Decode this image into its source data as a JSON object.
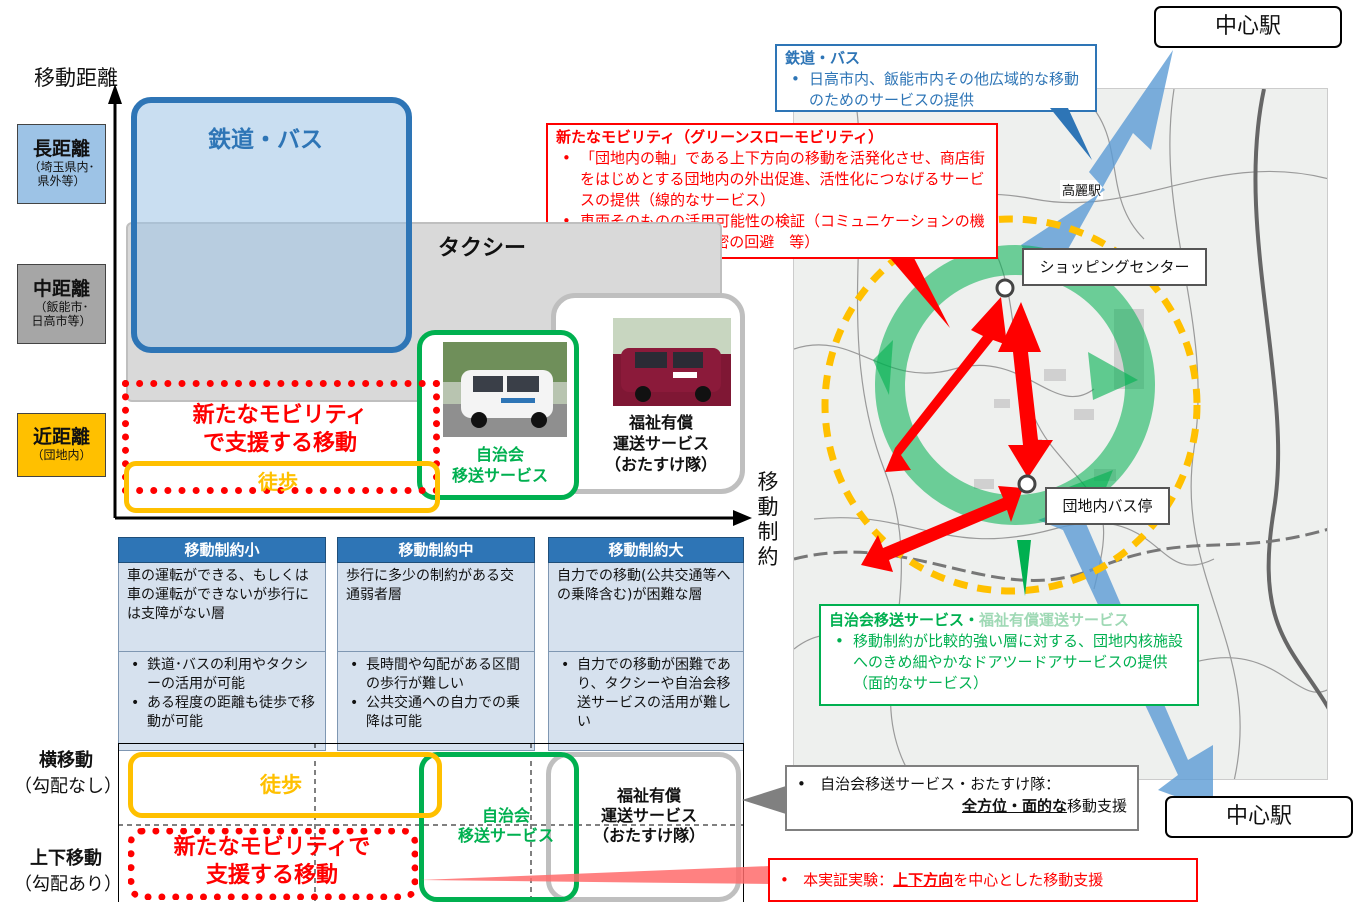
{
  "axes": {
    "y_title": "移動距離",
    "x_title": [
      "移",
      "動",
      "制",
      "約"
    ]
  },
  "levels": [
    {
      "main": "長距離",
      "sub": "（埼玉県内･\n県外等）"
    },
    {
      "main": "中距離",
      "sub": "（飯能市･\n日高市等）"
    },
    {
      "main": "近距離",
      "sub": "（団地内）"
    }
  ],
  "regions": {
    "rail_bus": "鉄道・バス",
    "taxi": "タクシー",
    "new_mobility": [
      "新たなモビリティ",
      "で支援する移動"
    ],
    "walk": "徒歩",
    "jichikai": [
      "自治会",
      "移送サービス"
    ],
    "fukushi": [
      "福祉有償",
      "運送サービス",
      "（おたすけ隊）"
    ]
  },
  "columns": [
    {
      "header": "移動制約小",
      "desc": "車の運転ができる、もしくは車の運転ができないが歩行には支障がない層",
      "bullets": [
        "鉄道･バスの利用やタクシーの活用が可能",
        "ある程度の距離も徒歩で移動が可能"
      ]
    },
    {
      "header": "移動制約中",
      "desc": "歩行に多少の制約がある交通弱者層",
      "bullets": [
        "長時間や勾配がある区間の歩行が難しい",
        "公共交通への自力での乗降は可能"
      ]
    },
    {
      "header": "移動制約大",
      "desc": "自力での移動(公共交通等への乗降含む)が困難な層",
      "bullets": [
        "自力での移動が困難であり、タクシーや自治会移送サービスの活用が難しい"
      ]
    }
  ],
  "bottom": {
    "row1_label": [
      "横移動",
      "（勾配なし）"
    ],
    "row2_label": [
      "上下移動",
      "（勾配あり）"
    ],
    "walk": "徒歩",
    "new_mobility": [
      "新たなモビリティで",
      "支援する移動"
    ],
    "jichikai": [
      "自治会",
      "移送サービス"
    ],
    "fukushi": [
      "福祉有償",
      "運送サービス",
      "（おたすけ隊）"
    ]
  },
  "callouts": {
    "rail_bus_title": "鉄道・バス",
    "rail_bus_body": "日高市内、飯能市内その他広域的な移動のためのサービスの提供",
    "new_mobility_title": "新たなモビリティ（グリーンスローモビリティ）",
    "new_mobility_bullets": [
      "「団地内の軸」である上下方向の移動を活発化させ、商店街をはじめとする団地内の外出促進、活性化につなげるサービスの提供（線的なサービス）",
      "車両そのものの活用可能性の検証（コミュニケーションの機会、乗って楽しい、密の回避　等）"
    ],
    "jichikai_title": "自治会移送サービス・",
    "jichikai_title2": "福祉有償運送サービス",
    "jichikai_body": "移動制約が比較的強い層に対する、団地内核施設へのきめ細やかなドアツードアサービスの提供（面的なサービス）",
    "support_line1": "自治会移送サービス・おたすけ隊：",
    "support_line2_em": "全方位・面的な",
    "support_line2_rest": "移動支援",
    "experiment_prefix": "本実証実験：",
    "experiment_em": "上下方向",
    "experiment_rest": "を中心とした移動支援"
  },
  "map": {
    "station_top": "中心駅",
    "station_bottom": "中心駅",
    "shopping": "ショッピングセンター",
    "bus_stop": "団地内バス停",
    "koma_station": "高麗駅"
  },
  "colors": {
    "blue": "#2e75b6",
    "red": "#ff0000",
    "green": "#00b050",
    "yellow": "#ffc000",
    "gray": "#bfbfbf"
  }
}
